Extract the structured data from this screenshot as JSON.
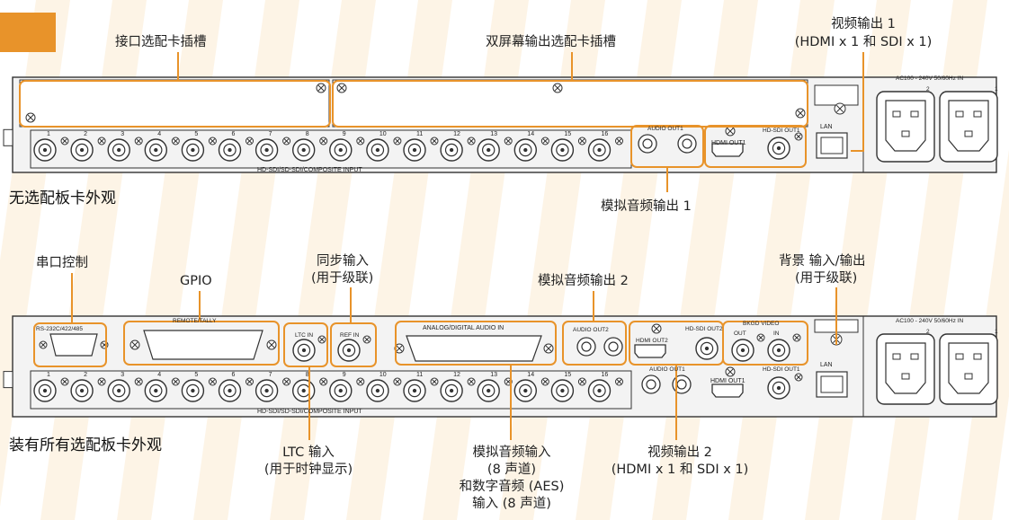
{
  "colors": {
    "accent": "#e8932a",
    "panel": "#f3f3f3",
    "line": "#333333",
    "stripe": "#fbe6c8"
  },
  "badge": {
    "icon": "orange-square-icon"
  },
  "top_panel": {
    "caption": "无选配板卡外观",
    "callouts": {
      "slot_interface": "接口选配卡插槽",
      "slot_dual": "双屏幕输出选配卡插槽",
      "video_out1_line1": "视频输出 1",
      "video_out1_line2": "(HDMI x 1 和 SDI x 1)",
      "analog_audio_out1": "模拟音频输出 1"
    }
  },
  "bottom_panel": {
    "caption": "装有所有选配板卡外观",
    "callouts": {
      "serial": "串口控制",
      "gpio": "GPIO",
      "sync_line1": "同步输入",
      "sync_line2": "(用于级联)",
      "analog_audio_out2": "模拟音频输出 2",
      "bkgd_line1": "背景 输入/输出",
      "bkgd_line2": "(用于级联)",
      "ltc_line1": "LTC 输入",
      "ltc_line2": "(用于时钟显示)",
      "audio_in_line1": "模拟音频输入",
      "audio_in_line2": "(8 声道)",
      "audio_in_line3": "和数字音频 (AES)",
      "audio_in_line4": "输入 (8 声道)",
      "video_out2_line1": "视频输出 2",
      "video_out2_line2": "(HDMI x 1 和 SDI x 1)"
    }
  },
  "panel_labels": {
    "input_strip": "HD-SDI/SD-SDI/COMPOSITE INPUT",
    "audio_out1": "AUDIO OUT1",
    "audio_out2": "AUDIO OUT2",
    "hdmi_out1": "HDMI OUT1",
    "hdmi_out2": "HDMI OUT2",
    "hdsdi_out1": "HD-SDI OUT1",
    "hdsdi_out2": "HD-SDI OUT2",
    "lan": "LAN",
    "power": "AC100 - 240V 50/60Hz IN",
    "rs232": "RS-232C/422/485",
    "remote": "REMOTE/TALLY",
    "ltc_in": "LTC IN",
    "ref_in": "REF IN",
    "audio_in": "ANALOG/DIGITAL AUDIO IN",
    "bkgd_video": "BKGD VIDEO",
    "bkgd_out": "OUT",
    "bkgd_in": "IN",
    "psu_1": "1",
    "psu_2": "2"
  },
  "input_numbers": [
    "1",
    "2",
    "3",
    "4",
    "5",
    "6",
    "7",
    "8",
    "9",
    "10",
    "11",
    "12",
    "13",
    "14",
    "15",
    "16"
  ]
}
